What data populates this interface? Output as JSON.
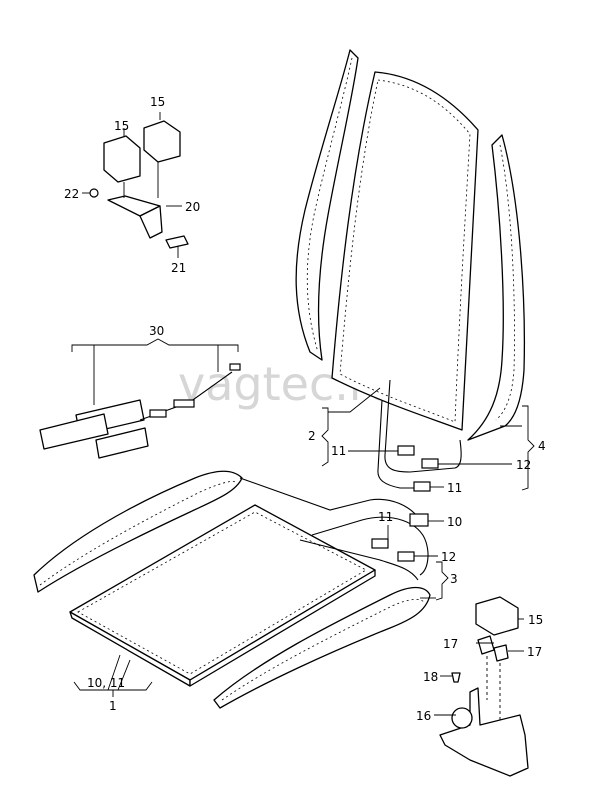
{
  "watermark": "vagtec.ru",
  "callouts": {
    "c1": "1",
    "c10_11": "10, 11",
    "c2": "2",
    "c3": "3",
    "c4": "4",
    "c10": "10",
    "c11a": "11",
    "c11b": "11",
    "c11c": "11",
    "c12a": "12",
    "c12b": "12",
    "c15a": "15",
    "c15b": "15",
    "c15c": "15",
    "c16": "16",
    "c17a": "17",
    "c17b": "17",
    "c18": "18",
    "c20": "20",
    "c21": "21",
    "c22": "22",
    "c30": "30"
  }
}
